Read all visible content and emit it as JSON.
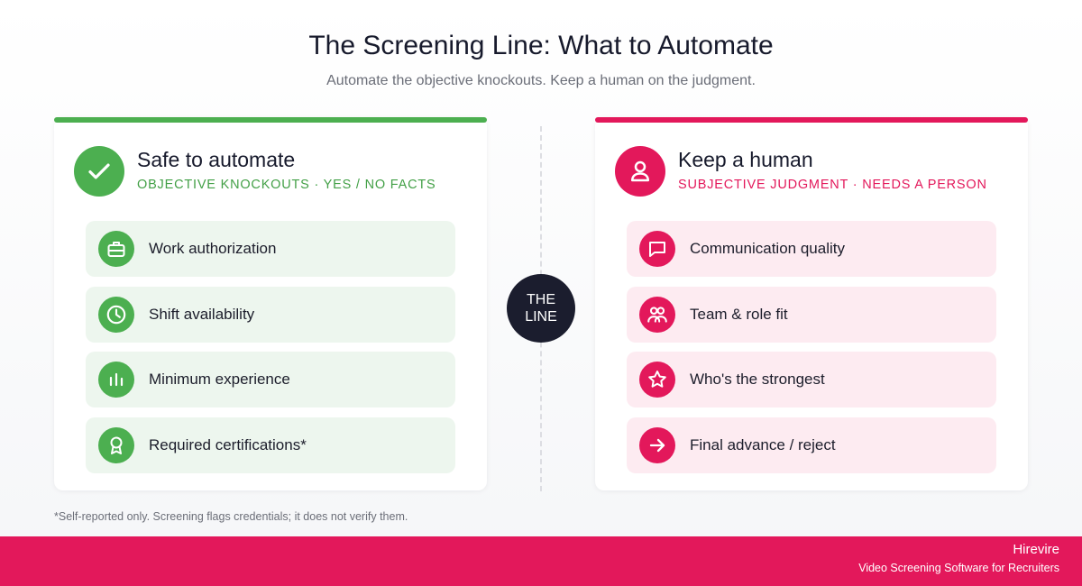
{
  "header": {
    "title": "The Screening Line: What to Automate",
    "subtitle": "Automate the objective knockouts. Keep a human on the judgment."
  },
  "colors": {
    "automate_accent": "#4caf50",
    "human_accent": "#e3185b",
    "center_badge": "#1b1d2e"
  },
  "automate": {
    "title": "Safe to automate",
    "subtitle": "OBJECTIVE KNOCKOUTS · YES / NO FACTS",
    "icon": "checkmark-icon",
    "items": [
      {
        "label": "Work authorization",
        "icon": "id-badge-icon"
      },
      {
        "label": "Shift availability",
        "icon": "clock-icon"
      },
      {
        "label": "Minimum experience",
        "icon": "bar-chart-icon"
      },
      {
        "label": "Required certifications*",
        "icon": "award-ribbon-icon"
      }
    ]
  },
  "human": {
    "title": "Keep a human",
    "subtitle": "SUBJECTIVE JUDGMENT · NEEDS A PERSON",
    "icon": "person-icon",
    "items": [
      {
        "label": "Communication quality",
        "icon": "chat-bubble-icon"
      },
      {
        "label": "Team & role fit",
        "icon": "team-icon"
      },
      {
        "label": "Who's the strongest",
        "icon": "star-icon"
      },
      {
        "label": "Final advance / reject",
        "icon": "arrow-right-icon"
      }
    ]
  },
  "center": {
    "line1": "THE",
    "line2": "LINE"
  },
  "footnote": "*Self-reported only. Screening flags credentials; it does not verify them.",
  "footer": {
    "brand": "Hirevire",
    "tagline": "Video Screening Software for Recruiters"
  }
}
